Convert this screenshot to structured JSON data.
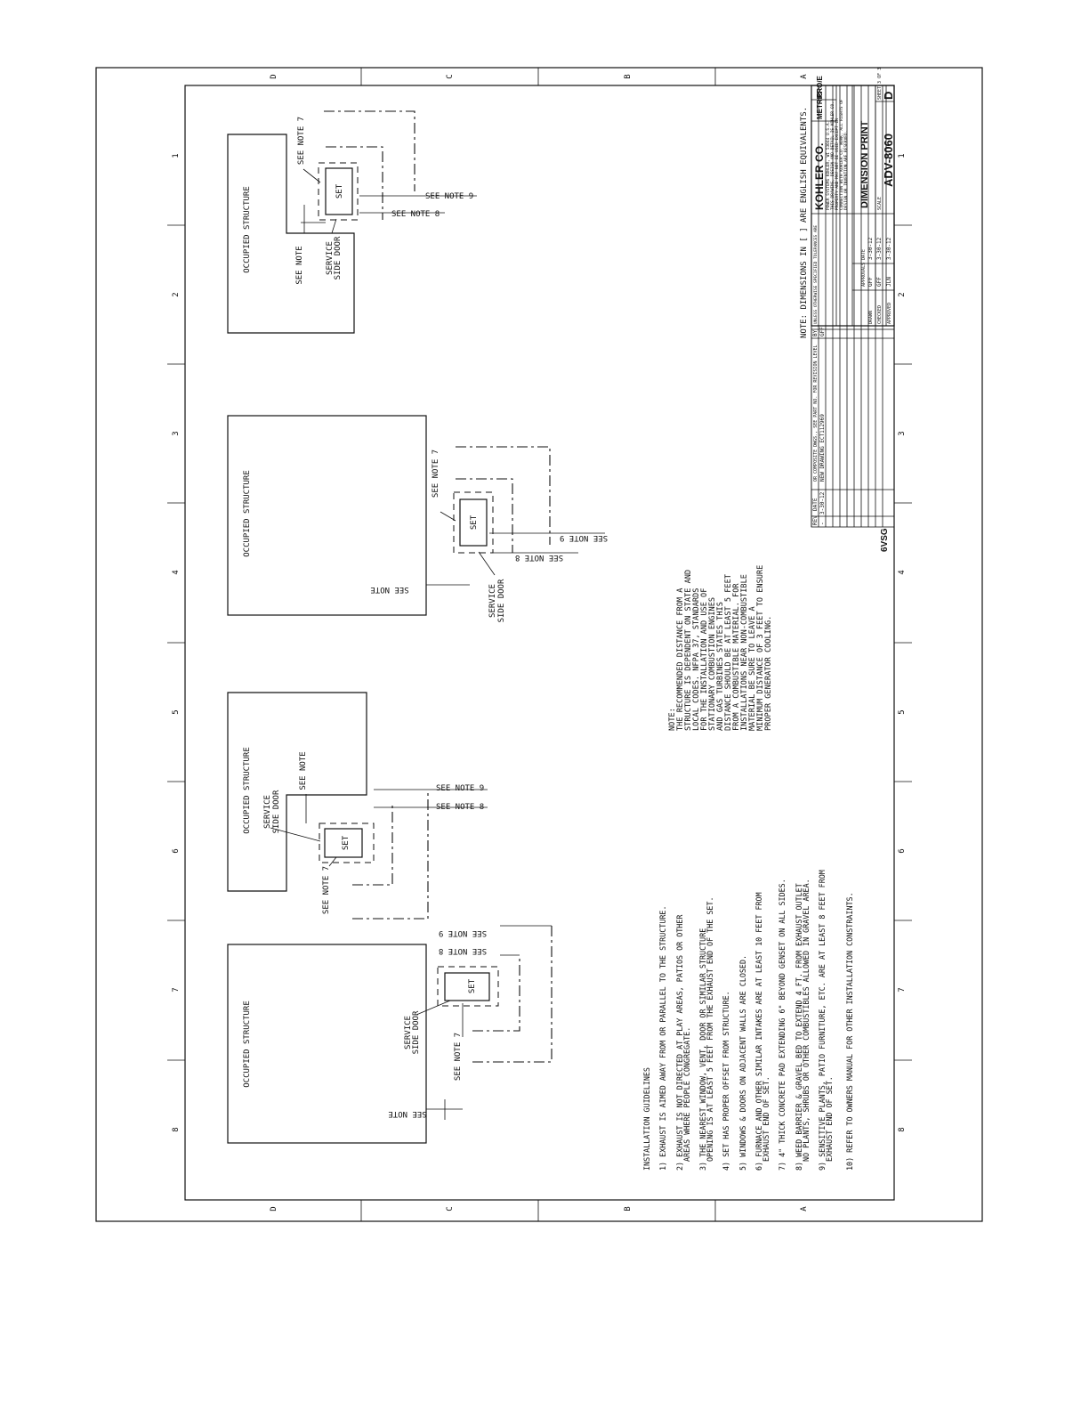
{
  "zones": {
    "d": "D",
    "c": "C",
    "b": "B",
    "a": "A"
  },
  "cols": {
    "c1": "1",
    "c2": "2",
    "c3": "3",
    "c4": "4",
    "c5": "5",
    "c6": "6",
    "c7": "7",
    "c8": "8"
  },
  "diagram": {
    "occupied": "OCCUPIED STRUCTURE",
    "set": "SET",
    "service_door": "SERVICE SIDE DOOR",
    "service": "SERVICE",
    "side_door": "SIDE DOOR",
    "see_note": "SEE NOTE",
    "see_note_7": "SEE NOTE 7",
    "see_note_8": "SEE NOTE 8",
    "see_note_9": "SEE NOTE 9"
  },
  "guidelines": {
    "title": "INSTALLATION GUIDELINES",
    "g1": "1) EXHAUST IS  AIMED AWAY FROM OR PARALLEL TO THE STRUCTURE.",
    "g2a": "2) EXHAUST IS NOT DIRECTED AT PLAY AREAS, PATIOS OR OTHER",
    "g2b": "AREAS WHERE PEOPLE CONGREGATE.",
    "g3a": "3) THE NEAREST WINDOW, VENT, DOOR OR SIMILAR STRUCTURE",
    "g3b": "OPENING IS AT LEAST 5 FEET FROM THE EXHAUST END OF THE SET.",
    "g4": "4) SET HAS PROPER OFFSET FROM STRUCTURE.",
    "g5": "5) WINDOWS & DOORS ON ADJACENT WALLS ARE CLOSED.",
    "g6a": "6) FURNACE AND OTHER SIMILAR INTAKES ARE AT LEAST 10 FEET FROM",
    "g6b": "EXHAUST END OF SET.",
    "g7": "7) 4\" THICK CONCRETE PAD EXTENDING 6\" BEYOND GENSET ON ALL SIDES.",
    "g8a": "8) WEED BARRIER & GRAVEL BED TO EXTEND 4 FT. FROM EXHAUST OUTLET",
    "g8b": "NO PLANTS, SHRUBS OR OTHER COMBUSTIBLES ALLOWED IN GRAVEL AREA.",
    "g9a": "9) SENSITIVE PLANTS, PATIO FURNITURE, ETC. ARE AT LEAST 8 FEET FROM",
    "g9b": "EXHAUST END OF SET.",
    "g10": "10) REFER TO OWNERS MANUAL FOR OTHER INSTALLATION CONSTRAINTS."
  },
  "note_block": {
    "l0": "NOTE:",
    "l1": "THE RECOMMENDED DISTANCE FROM A",
    "l2": "STRUCTURE IS DEPENDENT ON STATE AND",
    "l3": "LOCAL CODES. NFPA 37, STANDARDS",
    "l4": "FOR THE INSTALLATION AND USE OF",
    "l5": "STATIONARY COMBUSTION ENGINES",
    "l6": "AND GAS TURBINES STATES THIS",
    "l7": "DISTANCE SHOULD BE AT LEAST 5 FEET",
    "l8": "FROM A COMBUSTIBLE MATERIAL. FOR",
    "l9": "INSTALLATIONS NEAR NON-COMBUSTIBLE",
    "l10": "MATERIAL BE SURE TO LEAVE A",
    "l11": "MINIMUM DISTANCE OF 3 FEET TO ENSURE",
    "l12": "PROPER GENERATOR COOLING."
  },
  "top_note": "NOTE: DIMENSIONS IN [ ] ARE ENGLISH EQUIVALENTS.",
  "rev_table": {
    "rev": "REV",
    "date": "DATE",
    "revision": "REVISION",
    "by": "BY",
    "app": "APP",
    "row_rev": "-",
    "row_date": "3-30-12",
    "row_desc": "NEW DRAWING ECT112969",
    "row_by": "GFF",
    "row_app": "JLN",
    "header_text": "OR COMPOSITE DWGS., SEE PART NO. FOR REVISION LEVEL"
  },
  "title_block": {
    "brand": "KOHLER CO.",
    "metric": "METRIC",
    "proe": "PRO/E",
    "address": "POWER SYSTEMS  KOHLER, WI  53044  U.S.A.",
    "prop1": "THIS DRAWING, DESIGN AND DETAIL IS KOHLER CO.",
    "prop2": "PROPERTY AND MAY NOT BE USED EXCEPT IN",
    "prop3": "CONNECTION WITH KOHLER CO. WORK. ALL RIGHTS OF",
    "prop4": "DESIGN OR INVENTION ARE RESERVED.",
    "tol": "UNLESS OTHERWISE SPECIFIED TOLERANCES ARE",
    "approvals": "APPROVALS",
    "date_h": "DATE",
    "drawn": "DRAWN",
    "checked": "CHECKED",
    "approved": "APPROVED",
    "drawn_by": "GFF",
    "drawn_date": "3-30-12",
    "checked_by": "GFF",
    "checked_date": "3-30-12",
    "approved_by": "JLN",
    "approved_date": "3-30-12",
    "title": "DIMENSION PRINT",
    "scale": "SCALE",
    "sheet": "SHEET 3 OF 3",
    "size": "D",
    "dwg_no": "ADV-8060",
    "model": "6VSG"
  }
}
